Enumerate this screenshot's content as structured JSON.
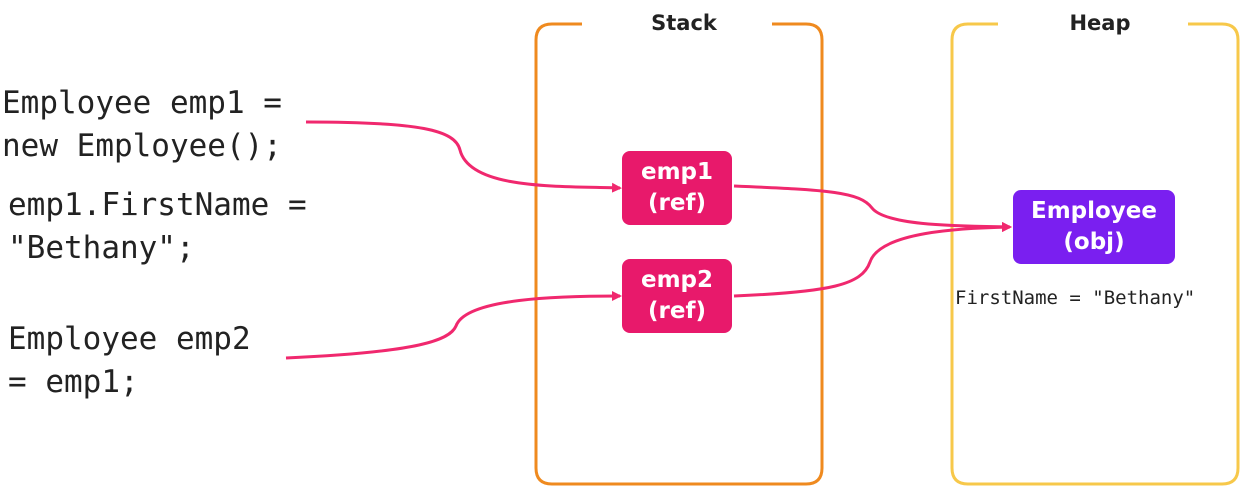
{
  "colors": {
    "stack_border": "#ef8a1f",
    "heap_border": "#f7c84a",
    "ref_box": "#e8196b",
    "obj_box": "#7a1ff0",
    "arrow": "#f0286e",
    "text": "#222222"
  },
  "regions": {
    "stack": {
      "title": "Stack"
    },
    "heap": {
      "title": "Heap"
    }
  },
  "code": {
    "line1a": "Employee emp1 =",
    "line1b": "new Employee();",
    "line2a": "emp1.FirstName =",
    "line2b": "\"Bethany\";",
    "line3a": "Employee emp2",
    "line3b": "= emp1;"
  },
  "stack_items": {
    "emp1": {
      "name": "emp1",
      "kind": "(ref)"
    },
    "emp2": {
      "name": "emp2",
      "kind": "(ref)"
    }
  },
  "heap_items": {
    "employee": {
      "name": "Employee",
      "kind": "(obj)",
      "property": "FirstName = \"Bethany\""
    }
  }
}
